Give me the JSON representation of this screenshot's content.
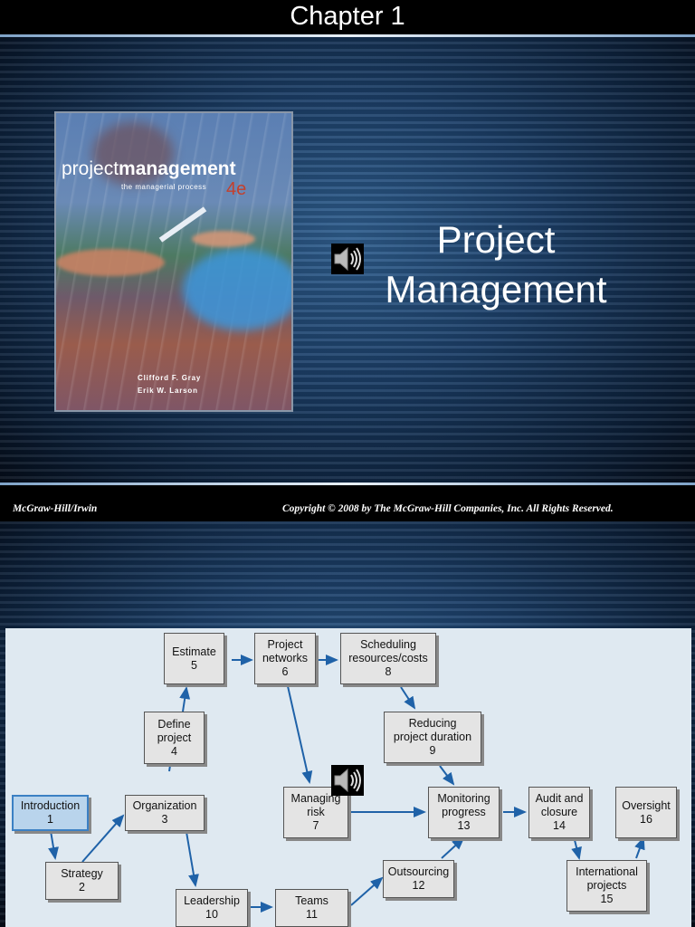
{
  "slide1": {
    "chapter_title": "Chapter 1",
    "main_title_line1": "Project",
    "main_title_line2": "Management",
    "book": {
      "title_light": "project",
      "title_bold": "management",
      "subtitle": "the managerial process",
      "edition": "4e",
      "author1": "Clifford F. Gray",
      "author2": "Erik W. Larson"
    },
    "footer_left": "McGraw-Hill/Irwin",
    "footer_right": "Copyright  © 2008 by The McGraw-Hill Companies, Inc.  All Rights Reserved."
  },
  "diagram": {
    "boxes": [
      {
        "id": "estimate",
        "label": "Estimate\n5"
      },
      {
        "id": "networks",
        "label": "Project\nnetworks\n6"
      },
      {
        "id": "scheduling",
        "label": "Scheduling\nresources/costs\n8"
      },
      {
        "id": "define",
        "label": "Define\nproject\n4"
      },
      {
        "id": "reducing",
        "label": "Reducing\nproject duration\n9"
      },
      {
        "id": "introduction",
        "label": "Introduction\n1"
      },
      {
        "id": "organization",
        "label": "Organization\n3"
      },
      {
        "id": "risk",
        "label": "Managing\nrisk\n7"
      },
      {
        "id": "monitoring",
        "label": "Monitoring\nprogress\n13"
      },
      {
        "id": "audit",
        "label": "Audit and\nclosure\n14"
      },
      {
        "id": "oversight",
        "label": "Oversight\n16"
      },
      {
        "id": "strategy",
        "label": "Strategy\n2"
      },
      {
        "id": "outsourcing",
        "label": "Outsourcing\n12"
      },
      {
        "id": "international",
        "label": "International\nprojects\n15"
      },
      {
        "id": "leadership",
        "label": "Leadership\n10"
      },
      {
        "id": "teams",
        "label": "Teams\n11"
      }
    ],
    "arrow_color": "#1f62a8"
  }
}
